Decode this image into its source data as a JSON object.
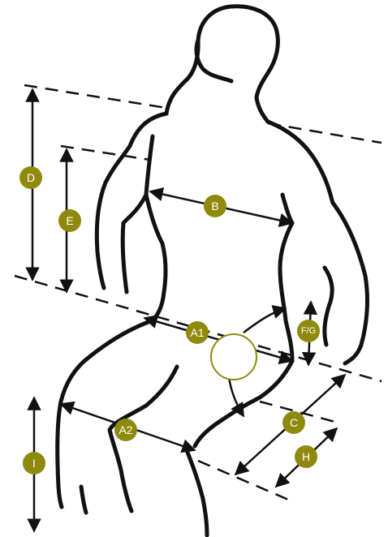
{
  "badge_color": "#8f8a0e",
  "outline_color": "#111111",
  "hip_circle_color": "#8f8a0e",
  "labels": {
    "D": "D",
    "E": "E",
    "B": "B",
    "A1": "A1",
    "FG": "F/G",
    "A2": "A2",
    "C": "C",
    "H": "H",
    "I": "I"
  }
}
